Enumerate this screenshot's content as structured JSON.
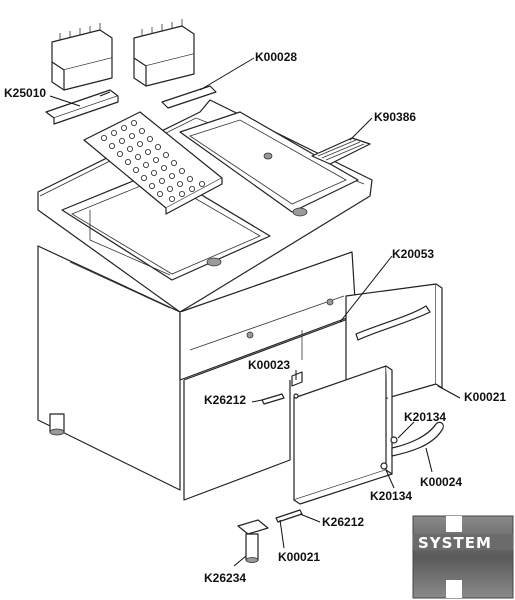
{
  "callouts": {
    "k25010": "K25010",
    "k00028": "K00028",
    "k90386": "K90386",
    "k20053": "K20053",
    "k00023": "K00023",
    "k26212_top": "K26212",
    "k00021_right": "K00021",
    "k20134_top": "K20134",
    "k00024": "K00024",
    "k20134_bottom": "K20134",
    "k26212_bottom": "K26212",
    "k00021_bottom": "K00021",
    "k26234": "K26234"
  },
  "logo": {
    "text": "SYSTEM"
  }
}
